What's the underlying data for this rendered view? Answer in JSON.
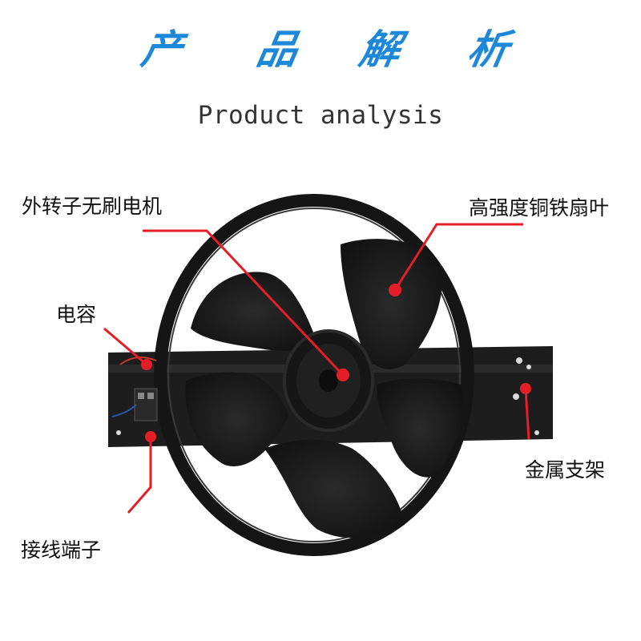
{
  "heading": {
    "chinese_chars": [
      "产",
      "品",
      "解",
      "析"
    ],
    "english": "Product analysis"
  },
  "callouts": {
    "motor": "外转子无刷电机",
    "blades": "高强度铜铁扇叶",
    "capacitor": "电容",
    "bracket": "金属支架",
    "terminal": "接线端子"
  },
  "colors": {
    "heading_cn": "#1e88d8",
    "callout_line": "#e41e26",
    "fan_body": "#1a1a1a"
  }
}
